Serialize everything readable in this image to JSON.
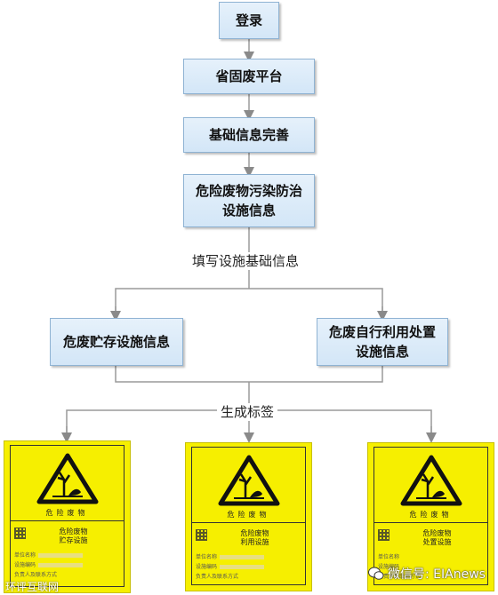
{
  "nodes": {
    "login": "登录",
    "platform": "省固废平台",
    "base_info": "基础信息完善",
    "facility_info": "危险废物污染防治\n设施信息",
    "storage_info": "危废贮存设施信息",
    "self_use_info": "危废自行利用处置\n设施信息"
  },
  "edge_labels": {
    "fill_base": "填写设施基础信息",
    "gen_label": "生成标签"
  },
  "signs": [
    {
      "caption": "危险废物",
      "kind": "危险废物\n贮存设施",
      "fields": [
        "单位名称",
        "设施编码",
        "负责人及联系方式"
      ]
    },
    {
      "caption": "危险废物",
      "kind": "危险废物\n利用设施",
      "fields": [
        "单位名称",
        "设施编码",
        "负责人及联系方式"
      ]
    },
    {
      "caption": "危险废物",
      "kind": "危险废物\n处置设施",
      "fields": [
        "单位名称",
        "设施编码",
        "负责人及联系方式"
      ]
    }
  ],
  "watermark": {
    "text": "微信号: EIAnews",
    "left_text": "环评互联网"
  },
  "colors": {
    "node_fill": "#d3e6f7",
    "node_border": "#8fb3d3",
    "connector": "#9a9a9a",
    "sign_yellow": "#f6ef00"
  }
}
